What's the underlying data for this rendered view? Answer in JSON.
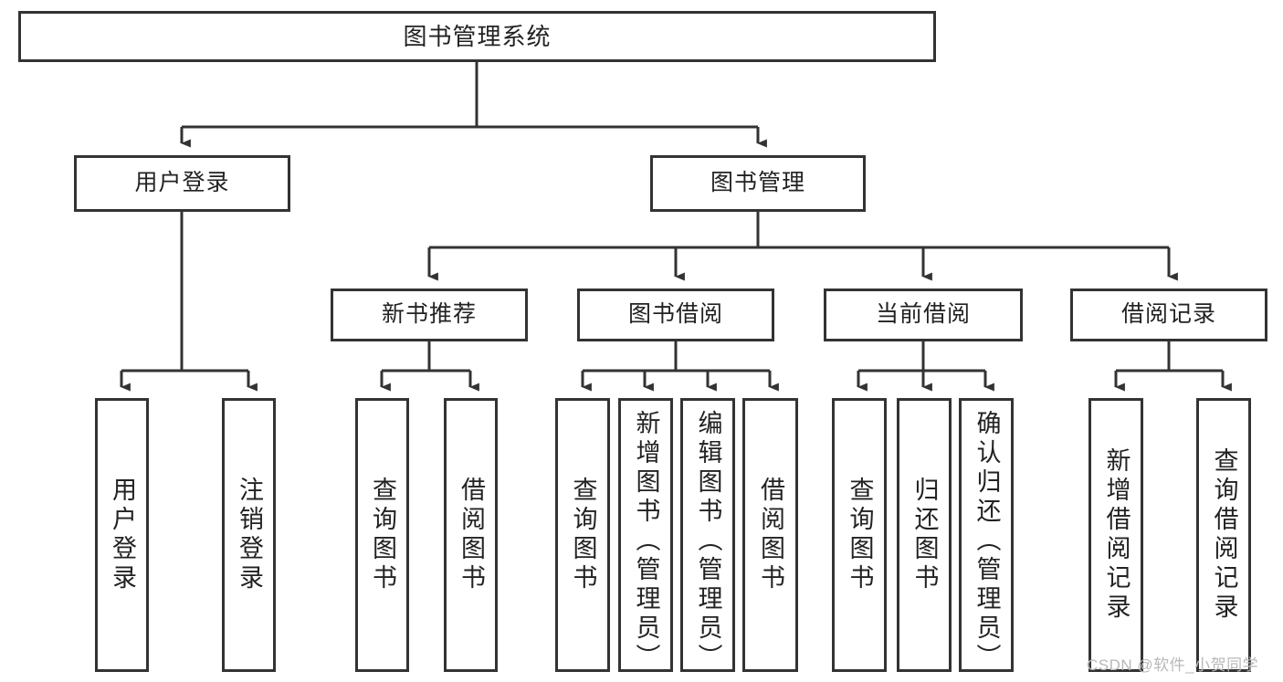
{
  "diagram": {
    "title": "图书管理系统",
    "type": "tree-hierarchy",
    "line_color": "#333333",
    "box_fill": "#ffffff",
    "text_color": "#222222",
    "root": {
      "id": "root",
      "label": "图书管理系统"
    },
    "level1": [
      {
        "id": "login",
        "label": "用户登录"
      },
      {
        "id": "bookmgmt",
        "label": "图书管理"
      }
    ],
    "level2": [
      {
        "id": "newbook",
        "label": "新书推荐",
        "parent": "bookmgmt"
      },
      {
        "id": "borrow",
        "label": "图书借阅",
        "parent": "bookmgmt"
      },
      {
        "id": "current",
        "label": "当前借阅",
        "parent": "bookmgmt"
      },
      {
        "id": "records",
        "label": "借阅记录",
        "parent": "bookmgmt"
      }
    ],
    "leaves": {
      "login": [
        {
          "id": "leaf-user-login",
          "label": "用户登录"
        },
        {
          "id": "leaf-logout",
          "label": "注销登录"
        }
      ],
      "newbook": [
        {
          "id": "leaf-nb-query",
          "label": "查询图书"
        },
        {
          "id": "leaf-nb-borrow",
          "label": "借阅图书"
        }
      ],
      "borrow": [
        {
          "id": "leaf-b-query",
          "label": "查询图书"
        },
        {
          "id": "leaf-b-add",
          "label": "新增图书（管理员）"
        },
        {
          "id": "leaf-b-edit",
          "label": "编辑图书（管理员）"
        },
        {
          "id": "leaf-b-borrow",
          "label": "借阅图书"
        }
      ],
      "current": [
        {
          "id": "leaf-c-query",
          "label": "查询图书"
        },
        {
          "id": "leaf-c-return",
          "label": "归还图书"
        },
        {
          "id": "leaf-c-confirm",
          "label": "确认归还（管理员）"
        }
      ],
      "records": [
        {
          "id": "leaf-r-add",
          "label": "新增借阅记录"
        },
        {
          "id": "leaf-r-query",
          "label": "查询借阅记录"
        }
      ]
    }
  },
  "watermark": {
    "text": "CSDN @软件_小贺同学"
  }
}
